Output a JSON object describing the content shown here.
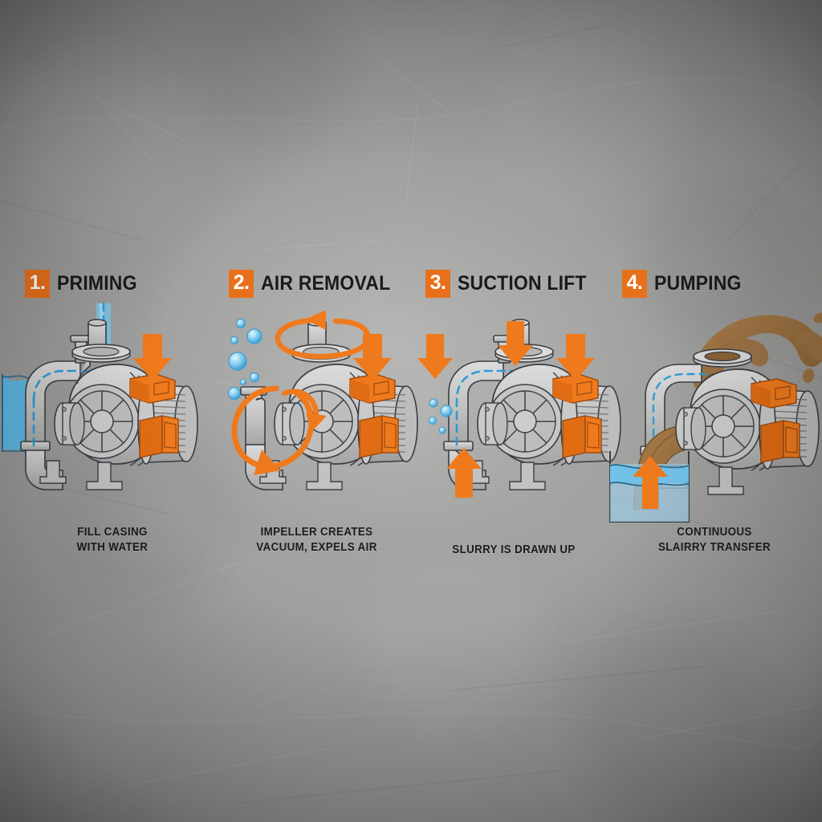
{
  "meta": {
    "title": "Self-Priming Slurry Pump Operation — 4 Step Infographic",
    "background_color": "#a9a9a7",
    "accent_color": "#e8701a",
    "water_color": "#5bb9e8",
    "slurry_color": "#9c7243",
    "metal_color": "#c9c9c9",
    "outline_color": "#3a3f45"
  },
  "steps": [
    {
      "number": "1.",
      "title": "PRIMING",
      "caption": "FILL CASING\nWITH WATER",
      "icon": "pump-with-water-fill",
      "elements": [
        "water-reservoir",
        "blue-water-stream",
        "dashed-flow-line",
        "orange-down-arrow",
        "centrifugal-pump",
        "electric-motor"
      ]
    },
    {
      "number": "2.",
      "title": "AIR REMOVAL",
      "caption": "IMPELLER CREATES\nVACUUM, EXPELS AIR",
      "icon": "pump-with-air-bubbles",
      "elements": [
        "air-bubbles",
        "orange-rotation-arrow-top",
        "orange-rotation-arrow-impeller",
        "orange-rotation-arrow-suction",
        "orange-down-arrow",
        "centrifugal-pump",
        "electric-motor"
      ]
    },
    {
      "number": "3.",
      "title": "SUCTION LIFT",
      "caption": "SLURRY IS DRAWN UP",
      "icon": "pump-with-suction",
      "elements": [
        "orange-down-arrow-left",
        "orange-down-arrow-discharge",
        "orange-down-arrow-motor",
        "orange-up-arrow-suction",
        "air-bubbles",
        "dashed-flow-line",
        "centrifugal-pump",
        "electric-motor"
      ]
    },
    {
      "number": "4.",
      "title": "PUMPING",
      "caption": "CONTINUOUS\nSLAIRRY TRANSFER",
      "icon": "pump-transferring-slurry",
      "elements": [
        "brown-slurry-splash",
        "slurry-discharge-pipe",
        "water-tank",
        "orange-up-arrow",
        "dashed-flow-line",
        "centrifugal-pump",
        "electric-motor"
      ]
    }
  ]
}
